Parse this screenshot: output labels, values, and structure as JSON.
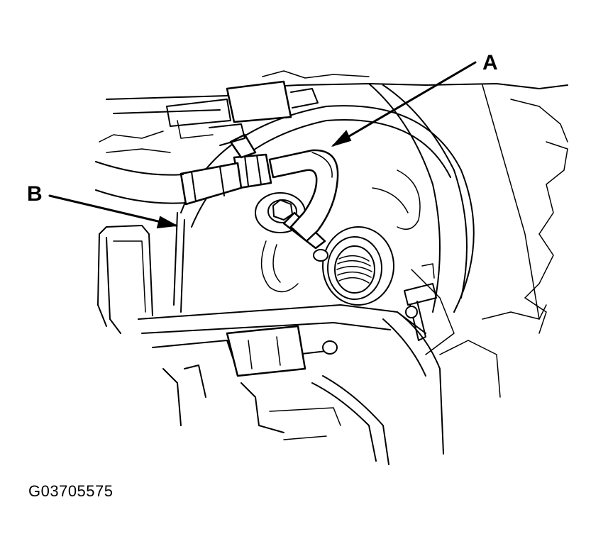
{
  "callouts": {
    "a": "A",
    "b": "B"
  },
  "figure_code": "G03705575"
}
